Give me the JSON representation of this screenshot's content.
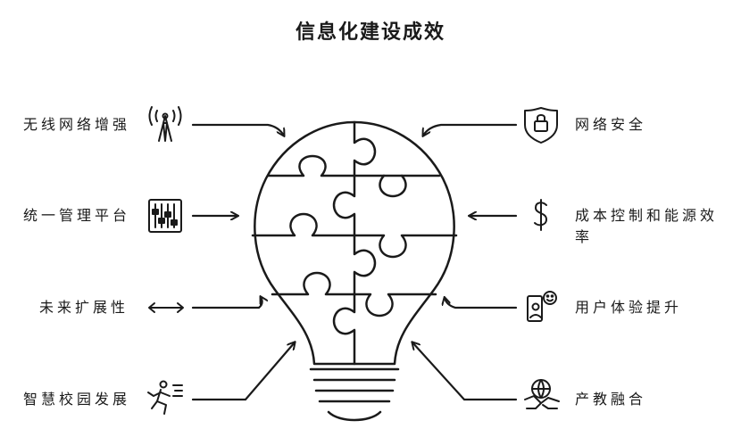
{
  "title": "信息化建设成效",
  "left_items": [
    {
      "label": "无线网络增强",
      "icon": "wifi-antenna-icon"
    },
    {
      "label": "统一管理平台",
      "icon": "sliders-icon"
    },
    {
      "label": "未来扩展性",
      "icon": "double-arrow-icon"
    },
    {
      "label": "智慧校园发展",
      "icon": "running-figure-icon"
    }
  ],
  "right_items": [
    {
      "label": "网络安全",
      "icon": "lock-shield-icon"
    },
    {
      "label": "成本控制和能源效",
      "label_line2": "率",
      "icon": "dollar-icon"
    },
    {
      "label": "用户体验提升",
      "icon": "user-smile-icon"
    },
    {
      "label": "产教融合",
      "icon": "handshake-globe-icon"
    }
  ],
  "colors": {
    "ink": "#1a1a1a",
    "background": "#ffffff"
  }
}
